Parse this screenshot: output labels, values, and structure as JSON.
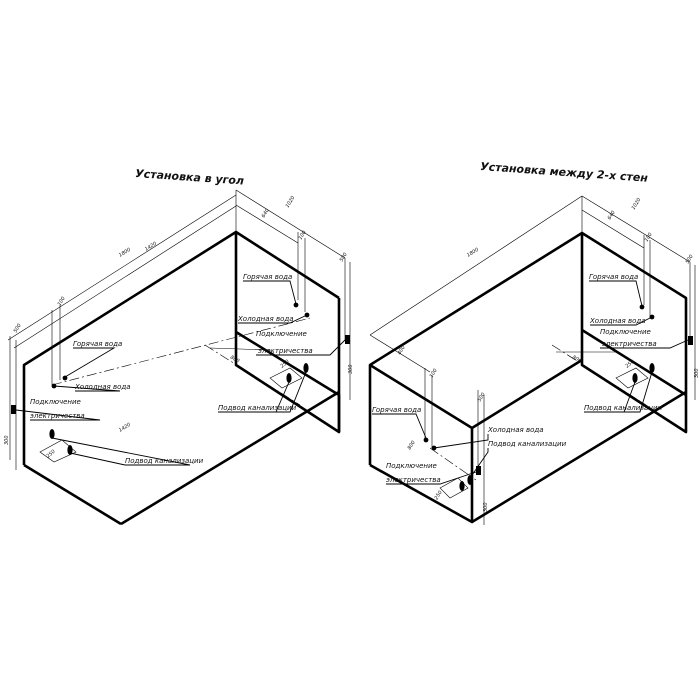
{
  "left": {
    "title": "Установка в угол",
    "labels": {
      "hot_top": "Горячая вода",
      "cold_top": "Холодная вода",
      "power_top_1": "Подключение",
      "power_top_2": "электричества",
      "hot_front": "Горячая вода",
      "cold_front": "Холодная вода",
      "power_front_1": "Подключение",
      "power_front_2": "электричества",
      "drain_right": "Подвод канализации",
      "drain_front": "Подвод канализации"
    },
    "dims": {
      "d1800": "1800",
      "d1420": "1420",
      "d640": "640",
      "d1020": "1020",
      "d100a": "100",
      "d500a": "500",
      "d100b": "100",
      "d500b": "500",
      "d300a": "300",
      "d300b": "300",
      "d800": "800",
      "d250a": "250",
      "d250b": "250",
      "d1420b": "1420"
    }
  },
  "right": {
    "title": "Установка между 2-х стен",
    "labels": {
      "hot_top": "Горячая вода",
      "cold_top": "Холодная вода",
      "power_top_1": "Подключение",
      "power_top_2": "электричества",
      "drain_right": "Подвод канализации",
      "hot_front": "Горячая вода",
      "cold_front": "Холодная вода",
      "drain_front": "Подвод канализации",
      "power_front_1": "Подключение",
      "power_front_2": "электричества"
    },
    "dims": {
      "d1800": "1800",
      "d640": "640",
      "d1020": "1020",
      "d100a": "100",
      "d500a": "500",
      "d300a": "300",
      "d800": "800",
      "d250a": "250",
      "d400": "400",
      "d800b": "800",
      "d100b": "100",
      "d500b": "500",
      "d250b": "250",
      "d300b": "300"
    }
  }
}
